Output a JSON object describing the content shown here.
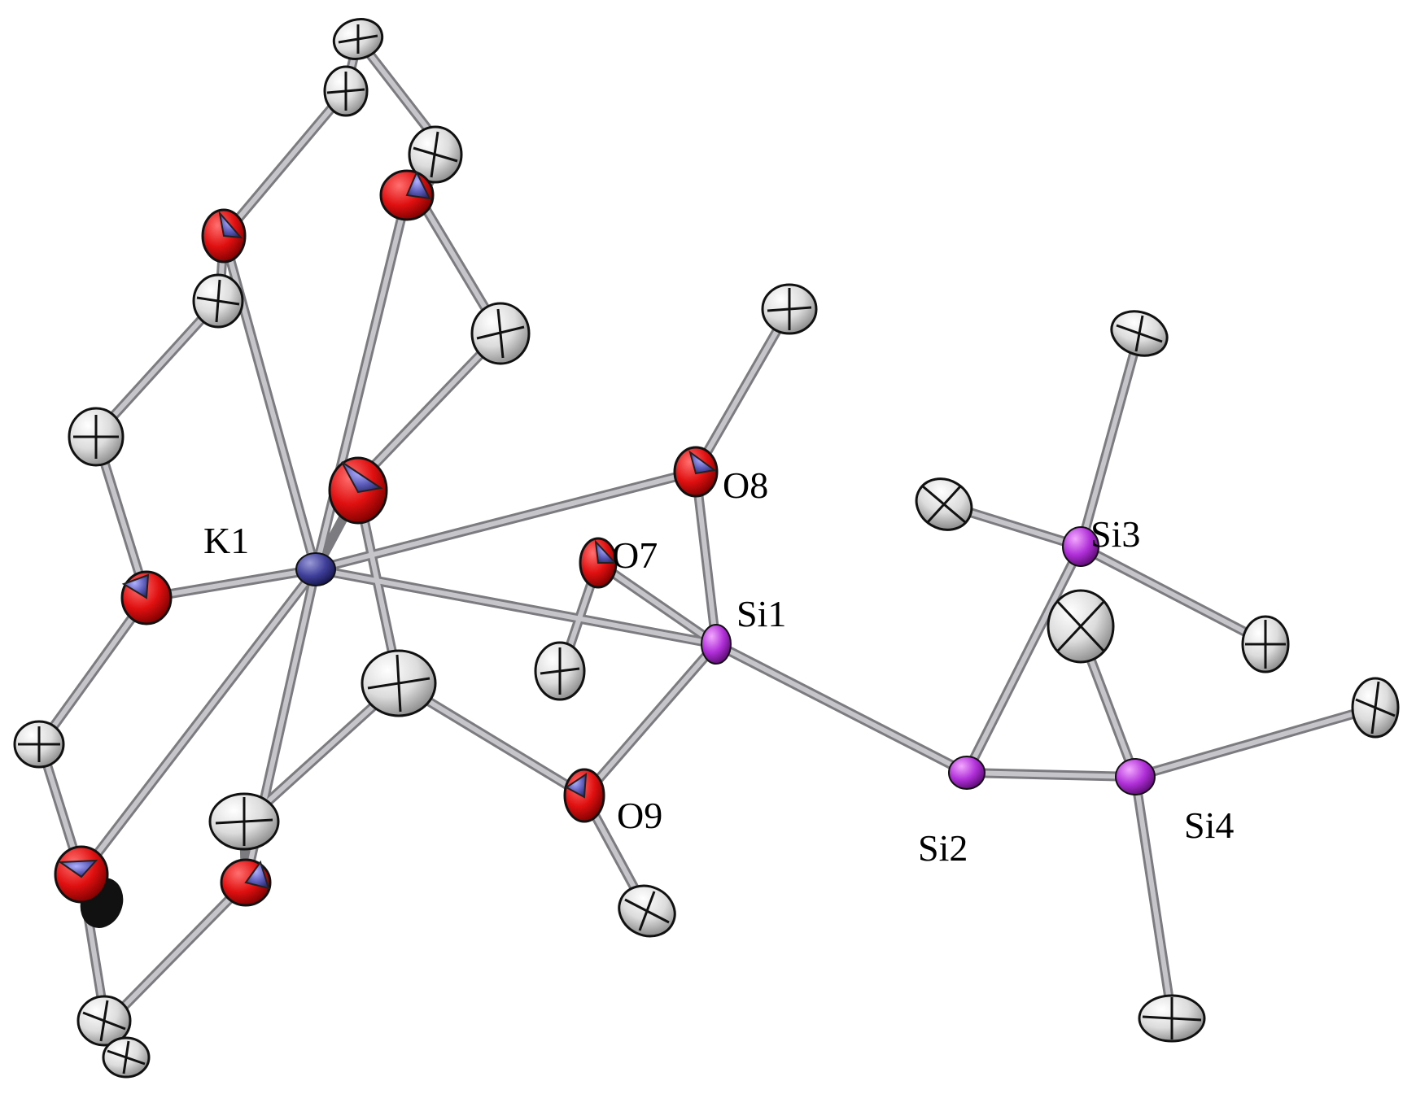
{
  "labels": {
    "K1": "K1",
    "O7": "O7",
    "O8": "O8",
    "O9": "O9",
    "Si1": "Si1",
    "Si2": "Si2",
    "Si3": "Si3",
    "Si4": "Si4"
  },
  "element_colors": {
    "K": "#3f3f9a",
    "O": "#e01010",
    "Si": "#b030d8",
    "C": "#dcdcdc",
    "bond": "#a8a8ac"
  },
  "atoms": [
    {
      "id": "K1",
      "element": "K",
      "label": "K1"
    },
    {
      "id": "O7",
      "element": "O",
      "label": "O7"
    },
    {
      "id": "O8",
      "element": "O",
      "label": "O8"
    },
    {
      "id": "O9",
      "element": "O",
      "label": "O9"
    },
    {
      "id": "Si1",
      "element": "Si",
      "label": "Si1"
    },
    {
      "id": "Si2",
      "element": "Si",
      "label": "Si2"
    },
    {
      "id": "Si3",
      "element": "Si",
      "label": "Si3"
    },
    {
      "id": "Si4",
      "element": "Si",
      "label": "Si4"
    }
  ],
  "bonds": [
    [
      "Si1",
      "Si2"
    ],
    [
      "Si2",
      "Si3"
    ],
    [
      "Si2",
      "Si4"
    ],
    [
      "Si1",
      "O7"
    ],
    [
      "Si1",
      "O8"
    ],
    [
      "Si1",
      "O9"
    ],
    [
      "K1",
      "O8"
    ],
    [
      "K1",
      "Si1"
    ]
  ]
}
